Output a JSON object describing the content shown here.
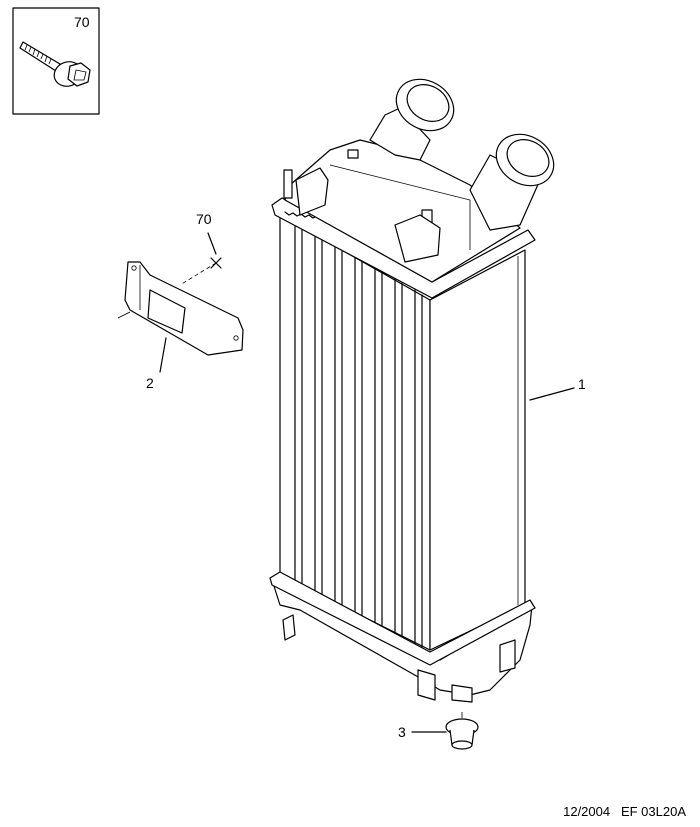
{
  "inset": {
    "part_number": "70"
  },
  "callouts": {
    "bolt": "70",
    "bracket": "2",
    "intercooler": "1",
    "grommet": "3"
  },
  "footer": {
    "date": "12/2004",
    "code": "EF 03L20A"
  }
}
